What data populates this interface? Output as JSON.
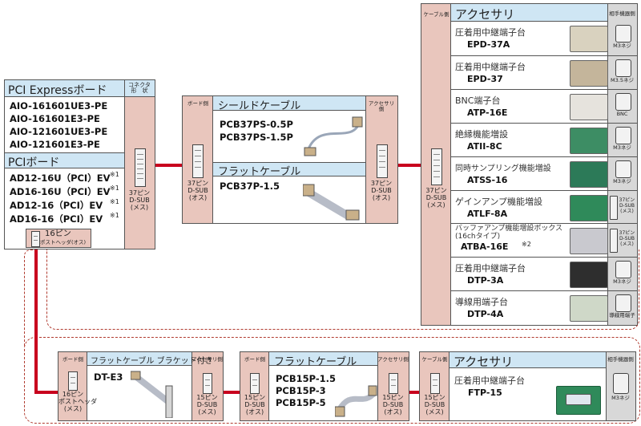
{
  "left_block": {
    "pcie_header": "PCI Expressボード",
    "conn_shape_label": "コネクタ\n形　状",
    "pcie_items": [
      "AIO-161601UE3-PE",
      "AIO-161601E3-PE",
      "AIO-121601UE3-PE",
      "AIO-121601E3-PE"
    ],
    "pci_header": "PCIボード",
    "pci_items": [
      "AD12-16U（PCI）EV",
      "AD16-16U（PCI）EV",
      "AD12-16（PCI）EV",
      "AD16-16（PCI）EV"
    ],
    "pci_note": "※1",
    "conn37": "37ピン\nD-SUB\n(メス)",
    "conn16_num": "16ピン",
    "conn16_type": "ポストヘッダ(オス)"
  },
  "cable_block": {
    "board_side": "ボード側",
    "acc_side": "アクセサリ側",
    "shield_title": "シールドケーブル",
    "shield_items": [
      "PCB37PS-0.5P",
      "PCB37PS-1.5P"
    ],
    "flat_title": "フラットケーブル",
    "flat_items": [
      "PCB37P-1.5"
    ],
    "conn_left": "37ピン\nD-SUB\n(オス)",
    "conn_right": "37ピン\nD-SUB\n(オス)"
  },
  "acc_block": {
    "cable_side": "ケーブル側",
    "title": "アクセサリ",
    "partner": "相手機器側",
    "conn": "37ピン\nD-SUB\n(メス)",
    "items": [
      {
        "name": "圧着用中継端子台",
        "code": "EPD-37A",
        "partner": "M3ネジ"
      },
      {
        "name": "圧着用中継端子台",
        "code": "EPD-37",
        "partner": "M3.5ネジ"
      },
      {
        "name": "BNC端子台",
        "code": "ATP-16E",
        "partner": "BNC"
      },
      {
        "name": "絶縁機能増設",
        "code": "ATII-8C",
        "partner": "M3ネジ"
      },
      {
        "name": "同時サンプリング機能増設",
        "code": "ATSS-16",
        "partner": "M3ネジ"
      },
      {
        "name": "ゲインアンプ機能増設",
        "code": "ATLF-8A",
        "partner": "37ピン\nD-SUB\n(メス)"
      },
      {
        "name": "バッファアンプ機能増設ボックス\n(16chタイプ)",
        "code": "ATBA-16E",
        "note": "※2",
        "partner": "37ピン\nD-SUB\n(メス)"
      },
      {
        "name": "圧着用中継端子台",
        "code": "DTP-3A",
        "partner": "M3ネジ"
      },
      {
        "name": "導線用端子台",
        "code": "DTP-4A",
        "partner": "導線用端子"
      }
    ]
  },
  "bottom": {
    "bracket": {
      "board_side": "ボード側",
      "acc_side": "アクセサリ側",
      "title": "フラットケーブル ブラケット付き",
      "item": "DT-E3",
      "conn_left": "16ピン\nポストヘッダ\n(メス)",
      "conn_right": "15ピン\nD-SUB\n(メス)"
    },
    "flat": {
      "board_side": "ボード側",
      "acc_side": "アクセサリ側",
      "title": "フラットケーブル",
      "items": [
        "PCB15P-1.5",
        "PCB15P-3",
        "PCB15P-5"
      ],
      "conn_left": "15ピン\nD-SUB\n(オス)",
      "conn_right": "15ピン\nD-SUB\n(オス)"
    },
    "acc": {
      "cable_side": "ケーブル側",
      "title": "アクセサリ",
      "partner": "相手機器側",
      "conn": "15ピン\nD-SUB\n(メス)",
      "item_name": "圧着用中継端子台",
      "item_code": "FTP-15",
      "item_partner": "M3ネジ"
    }
  },
  "colors": {
    "header_blue": "#cfe6f4",
    "side_pink": "#e9c6bd",
    "wire_red": "#c8001e",
    "dash_brown": "#b03a2e"
  }
}
